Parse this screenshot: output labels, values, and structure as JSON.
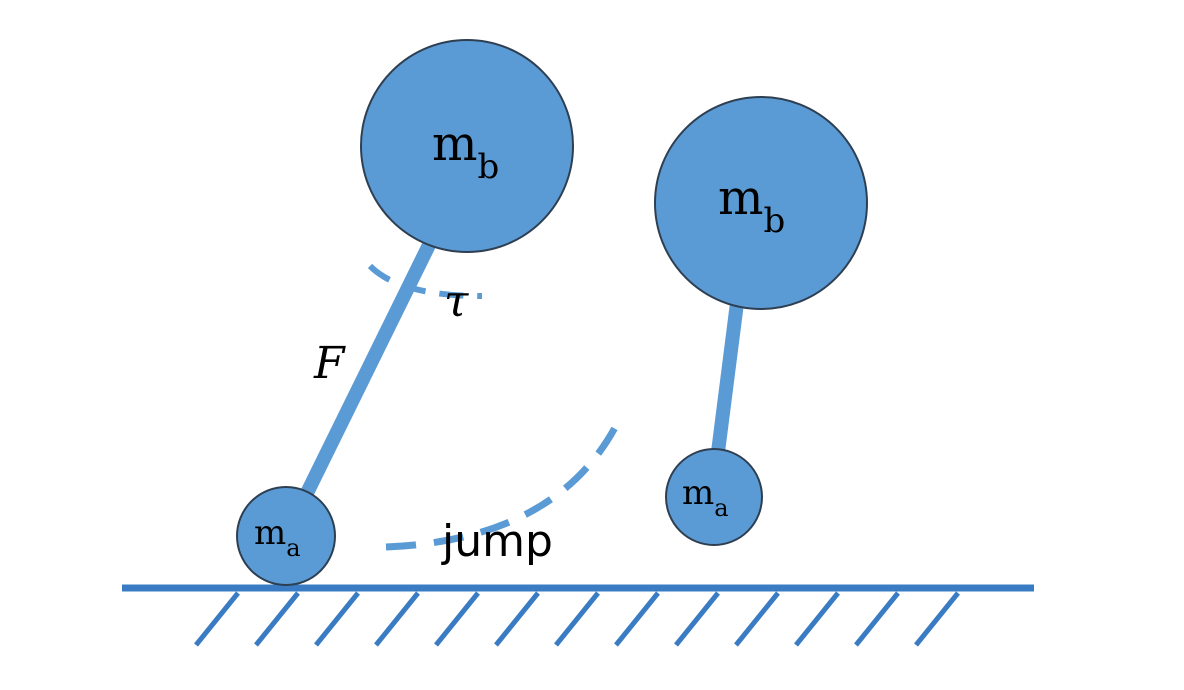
{
  "colors": {
    "fill": "#5b9bd5",
    "stroke": "#2e3f52",
    "ground": "#3a7cc4",
    "dash": "#5b9bd5"
  },
  "left_robot": {
    "body_mass_base": "m",
    "body_mass_sub": "b",
    "foot_mass_base": "m",
    "foot_mass_sub": "a",
    "force_label": "F",
    "torque_label": "τ"
  },
  "right_robot": {
    "body_mass_base": "m",
    "body_mass_sub": "b",
    "foot_mass_base": "m",
    "foot_mass_sub": "a"
  },
  "trajectory_label": "jump"
}
